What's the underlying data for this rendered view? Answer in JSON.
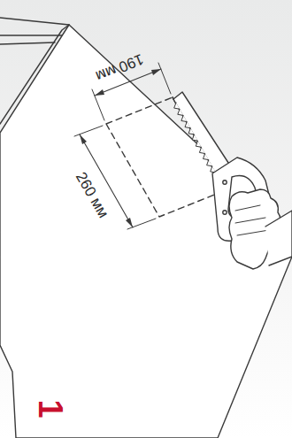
{
  "diagram": {
    "labels": [
      "190 мм",
      "260 мм",
      "1"
    ]
  }
}
